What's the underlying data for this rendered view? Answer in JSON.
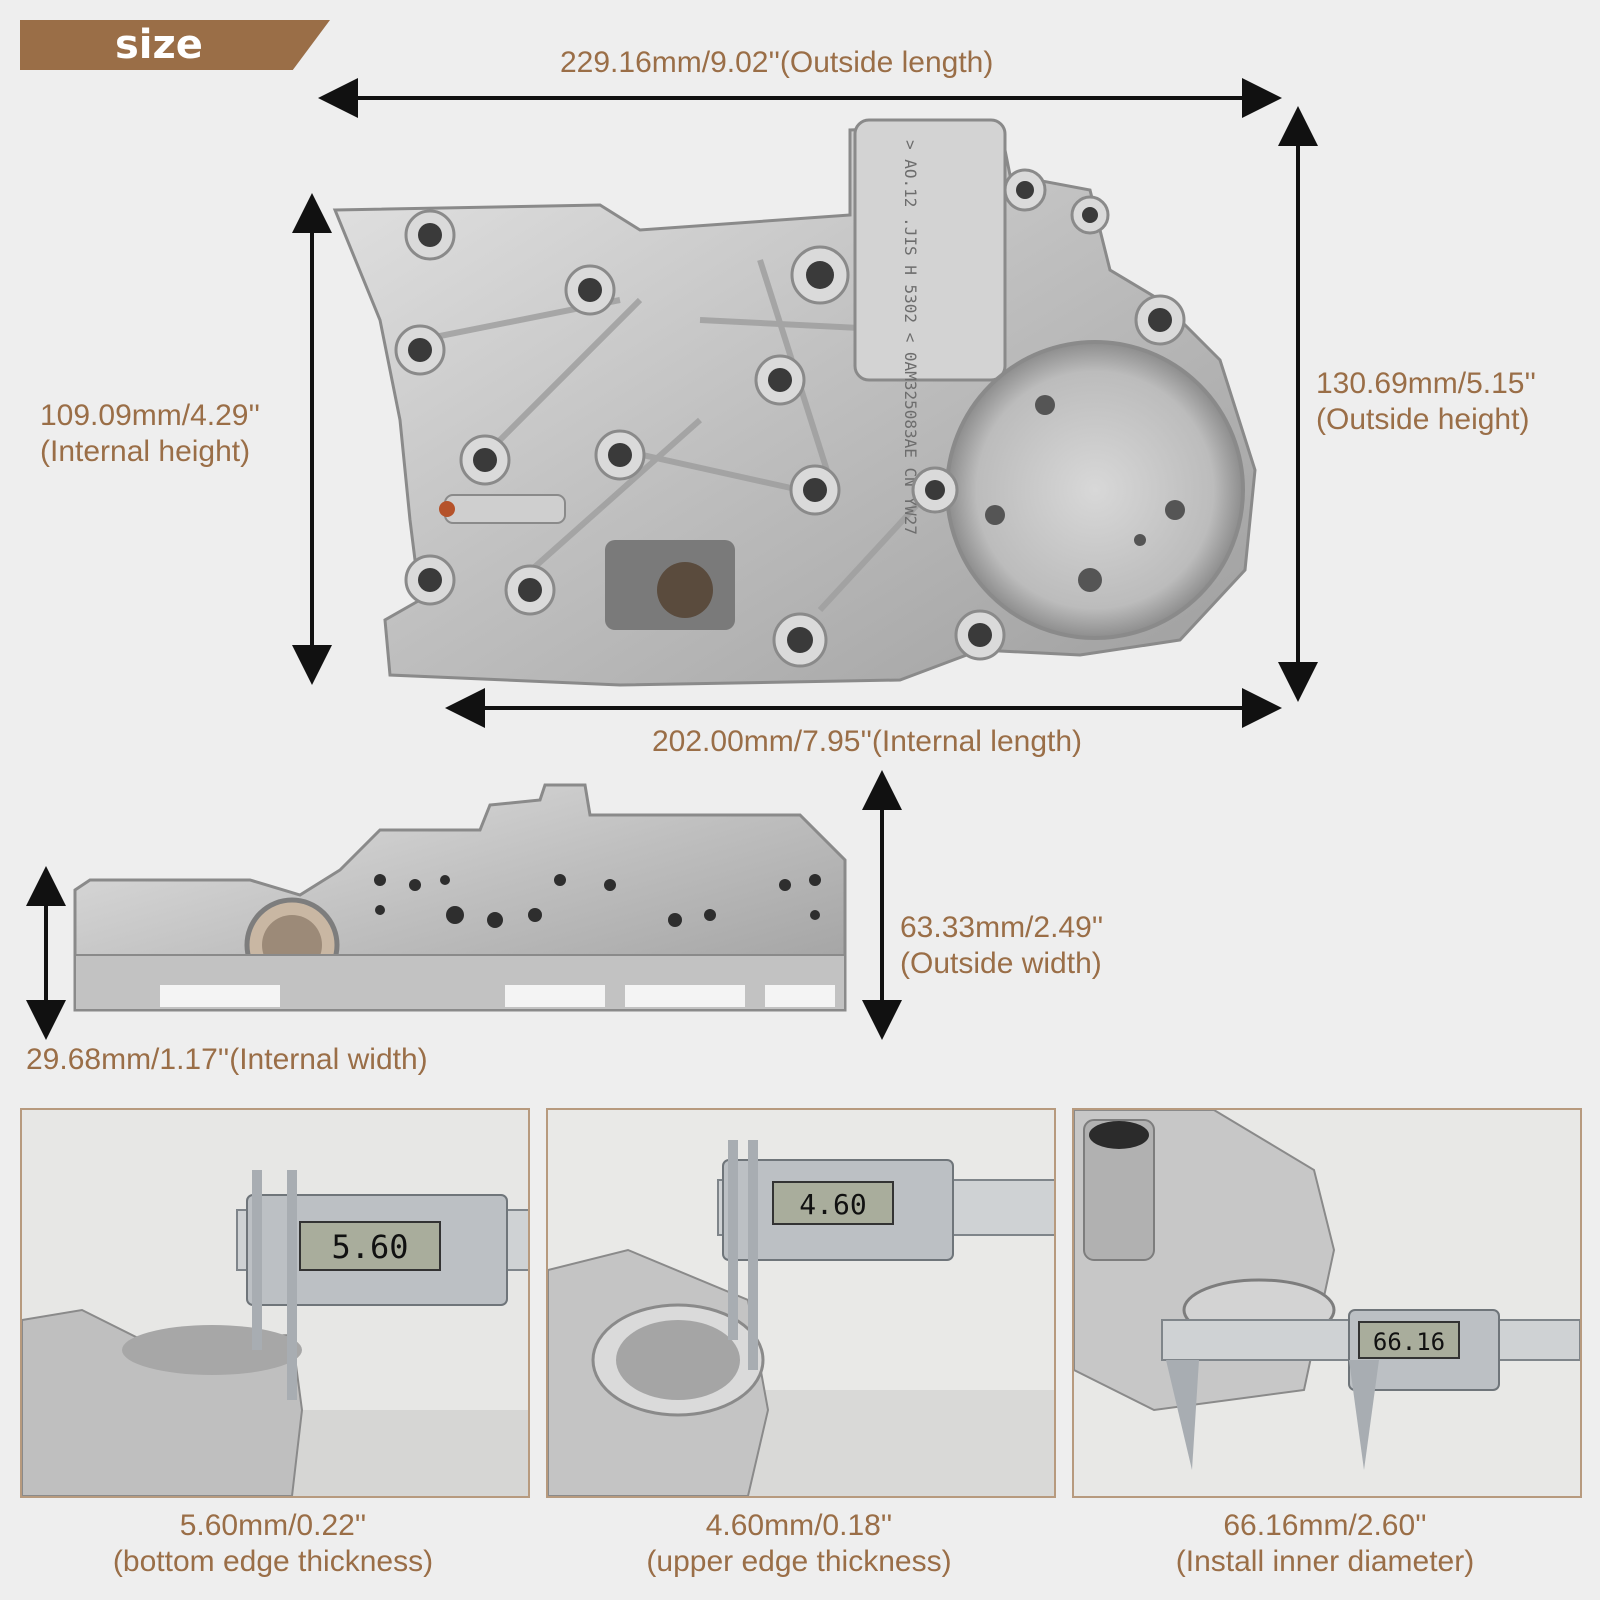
{
  "badge": {
    "label": "size"
  },
  "top_view": {
    "outside_length": "229.16mm/9.02''(Outside length)",
    "internal_length": "202.00mm/7.95''(Internal length)",
    "internal_height_1": "109.09mm/4.29''",
    "internal_height_2": "(Internal height)",
    "outside_height_1": "130.69mm/5.15''",
    "outside_height_2": "(Outside height)",
    "part_marking": "> AO.12 .JIS H 5302 < 0AM325083AE CN YW27"
  },
  "side_view": {
    "outside_width_1": "63.33mm/2.49''",
    "outside_width_2": "(Outside width)",
    "internal_width": "29.68mm/1.17''(Internal width)"
  },
  "photos": [
    {
      "reading": "5.60",
      "value": "5.60mm/0.22''",
      "caption": "(bottom edge thickness)"
    },
    {
      "reading": "4.60",
      "value": "4.60mm/0.18''",
      "caption": "(upper edge thickness)"
    },
    {
      "reading": "66.16",
      "value": "66.16mm/2.60''",
      "caption": "(Install inner diameter)"
    }
  ],
  "colors": {
    "accent": "#9a6e47",
    "background": "#eeeeee",
    "arrow": "#111111",
    "metal": "#c9c9c9"
  }
}
